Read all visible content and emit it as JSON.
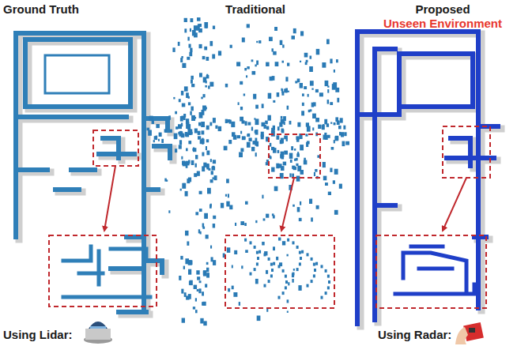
{
  "diagram": {
    "labels": [
      "Ground Truth",
      "Traditional",
      "Proposed",
      "Unseen Environment",
      "Using Lidar:",
      "Using Radar:"
    ]
  }
}
